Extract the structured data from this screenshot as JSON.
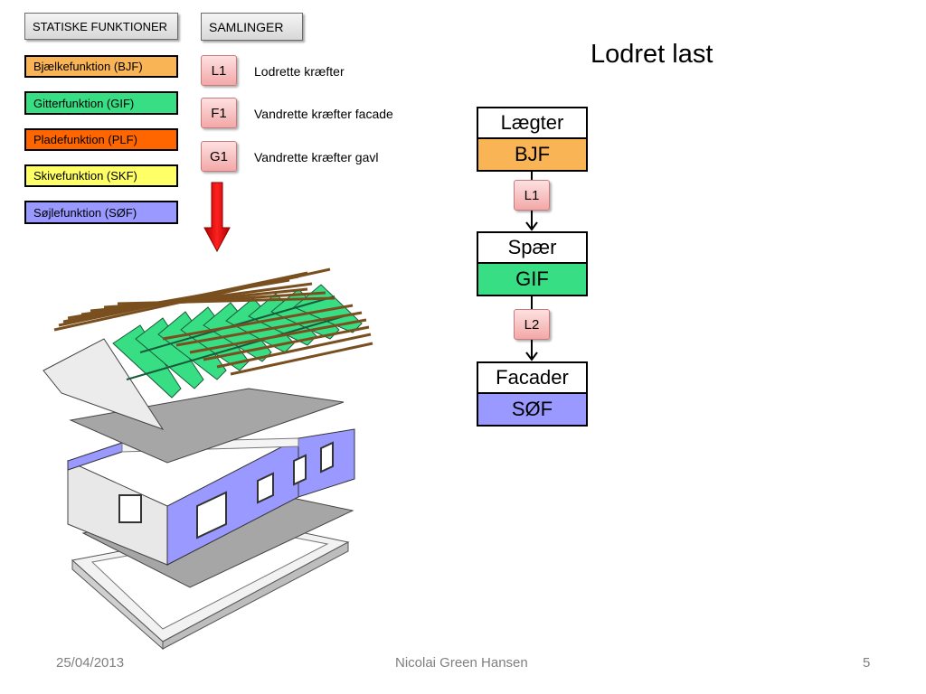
{
  "headers": {
    "static_functions": "STATISKE FUNKTIONER",
    "joints": "SAMLINGER"
  },
  "legend": [
    {
      "label": "Bjælkefunktion (BJF)",
      "color": "#f9b455"
    },
    {
      "label": "Gitterfunktion (GIF)",
      "color": "#37de84"
    },
    {
      "label": "Pladefunktion (PLF)",
      "color": "#ff6600"
    },
    {
      "label": "Skivefunktion (SKF)",
      "color": "#ffff66"
    },
    {
      "label": "Søjlefunktion (SØF)",
      "color": "#9999ff"
    }
  ],
  "joints": [
    {
      "code": "L1",
      "description": "Lodrette kræfter"
    },
    {
      "code": "F1",
      "description": "Vandrette kræfter facade"
    },
    {
      "code": "G1",
      "description": "Vandrette kræfter gavl"
    }
  ],
  "title": "Lodret last",
  "flow": [
    {
      "name": "Lægter",
      "function": "BJF",
      "color": "#f9b455"
    },
    {
      "joint": "L1"
    },
    {
      "name": "Spær",
      "function": "GIF",
      "color": "#37de84"
    },
    {
      "joint": "L2"
    },
    {
      "name": "Facader",
      "function": "SØF",
      "color": "#9999ff"
    }
  ],
  "footer": {
    "date": "25/04/2013",
    "author": "Nicolai Green Hansen",
    "page": "5"
  },
  "colors": {
    "arrow": "#e00000",
    "roof_battens": "#a8743a",
    "trusses": "#37de84",
    "walls": "#9999ff",
    "floor_plates": "#a6a6a6"
  }
}
